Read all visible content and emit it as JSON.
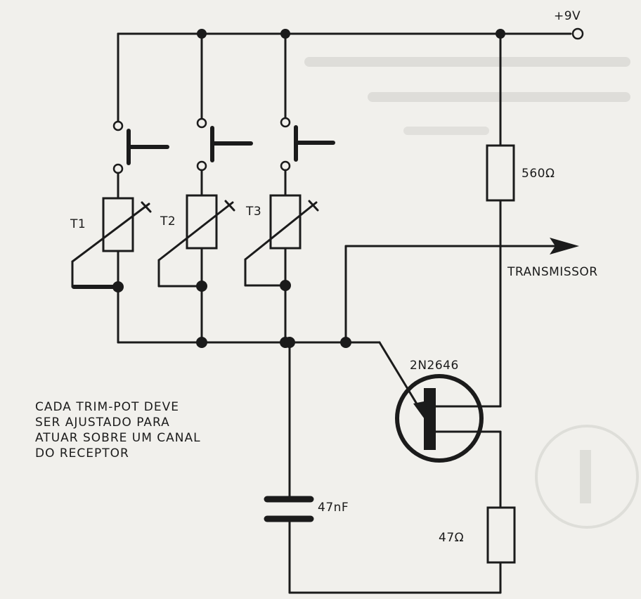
{
  "supply_label": "+9V",
  "trimpots": [
    {
      "label": "T1"
    },
    {
      "label": "T2"
    },
    {
      "label": "T3"
    }
  ],
  "resistor_top": {
    "label": "560Ω"
  },
  "resistor_bottom": {
    "label": "47Ω"
  },
  "capacitor": {
    "label": "47nF"
  },
  "transistor": {
    "label": "2N2646"
  },
  "output": {
    "label": "TRANSMISSOR"
  },
  "note": "CADA TRIM-POT DEVE\nSER AJUSTADO PARA\nATUAR SOBRE UM CANAL\nDO RECEPTOR",
  "colors": {
    "ink": "#1b1b1b",
    "paper": "#f1f0ec"
  }
}
